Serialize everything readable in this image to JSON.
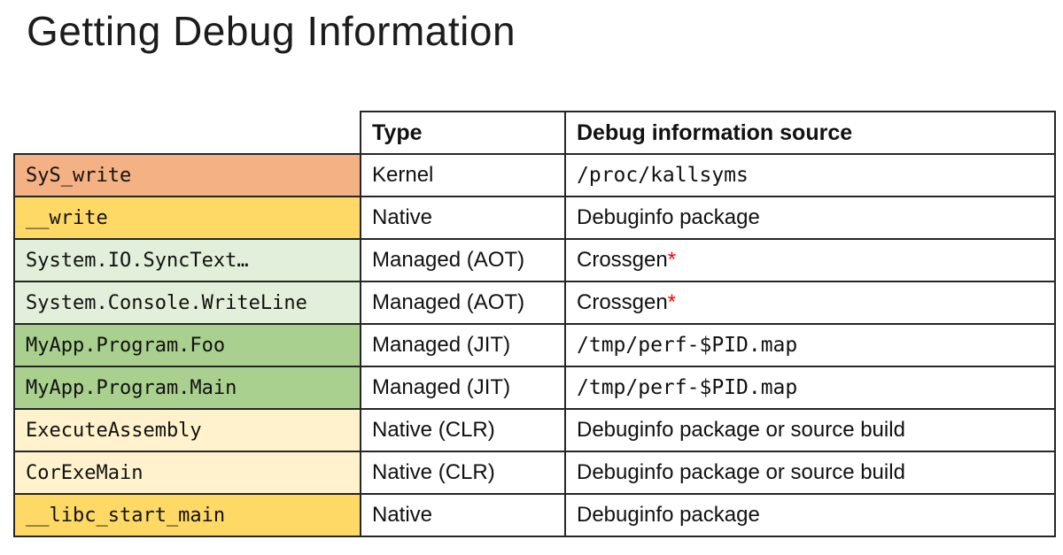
{
  "slide": {
    "title": "Getting Debug Information"
  },
  "colors": {
    "row_orange": "#F4B183",
    "row_gold": "#FFD966",
    "row_light_green": "#E2EFDA",
    "row_medium_green": "#A9D08E",
    "row_cream": "#FFF2CC",
    "table_border": "#262626",
    "asterisk_red": "#FF0000"
  },
  "table": {
    "col_headers": {
      "type": "Type",
      "source": "Debug information source"
    },
    "rows": [
      {
        "symbol": "SyS_write",
        "bg": "#F4B183",
        "type": "Kernel",
        "source": "/proc/kallsyms",
        "annotation": ""
      },
      {
        "symbol": "__write",
        "bg": "#FFD966",
        "type": "Native",
        "source": "Debuginfo package",
        "annotation": ""
      },
      {
        "symbol": "System.IO.SyncText…",
        "bg": "#E2EFDA",
        "type": "Managed (AOT)",
        "source": "Crossgen",
        "annotation": "*"
      },
      {
        "symbol": "System.Console.WriteLine",
        "bg": "#E2EFDA",
        "type": "Managed (AOT)",
        "source": "Crossgen",
        "annotation": "*"
      },
      {
        "symbol": "MyApp.Program.Foo",
        "bg": "#A9D08E",
        "type": "Managed (JIT)",
        "source": "/tmp/perf-$PID.map",
        "annotation": ""
      },
      {
        "symbol": "MyApp.Program.Main",
        "bg": "#A9D08E",
        "type": "Managed (JIT)",
        "source": "/tmp/perf-$PID.map",
        "annotation": ""
      },
      {
        "symbol": "ExecuteAssembly",
        "bg": "#FFF2CC",
        "type": "Native (CLR)",
        "source": "Debuginfo package or source build",
        "annotation": ""
      },
      {
        "symbol": "CorExeMain",
        "bg": "#FFF2CC",
        "type": "Native (CLR)",
        "source": "Debuginfo package or source build",
        "annotation": ""
      },
      {
        "symbol": "__libc_start_main",
        "bg": "#FFD966",
        "type": "Native",
        "source": "Debuginfo package",
        "annotation": ""
      }
    ]
  }
}
